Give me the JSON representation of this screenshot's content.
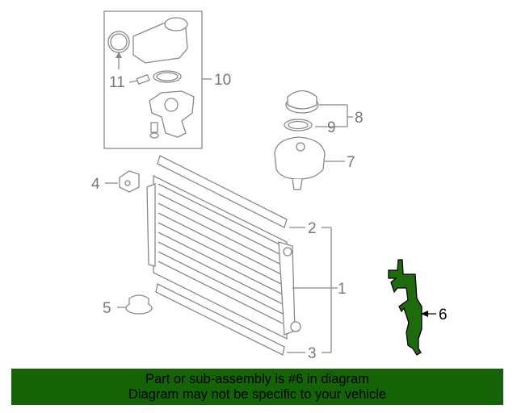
{
  "callouts": [
    "1",
    "2",
    "3",
    "4",
    "5",
    "6",
    "7",
    "8",
    "9",
    "10",
    "11"
  ],
  "highlighted_part": "6",
  "colors": {
    "highlight": "#1e6b0e",
    "banner": "#146307",
    "line": "#888888"
  },
  "banner": {
    "line1": "Part or sub-assembly is #6 in diagram",
    "line2": "Diagram may not be specific to your vehicle"
  }
}
